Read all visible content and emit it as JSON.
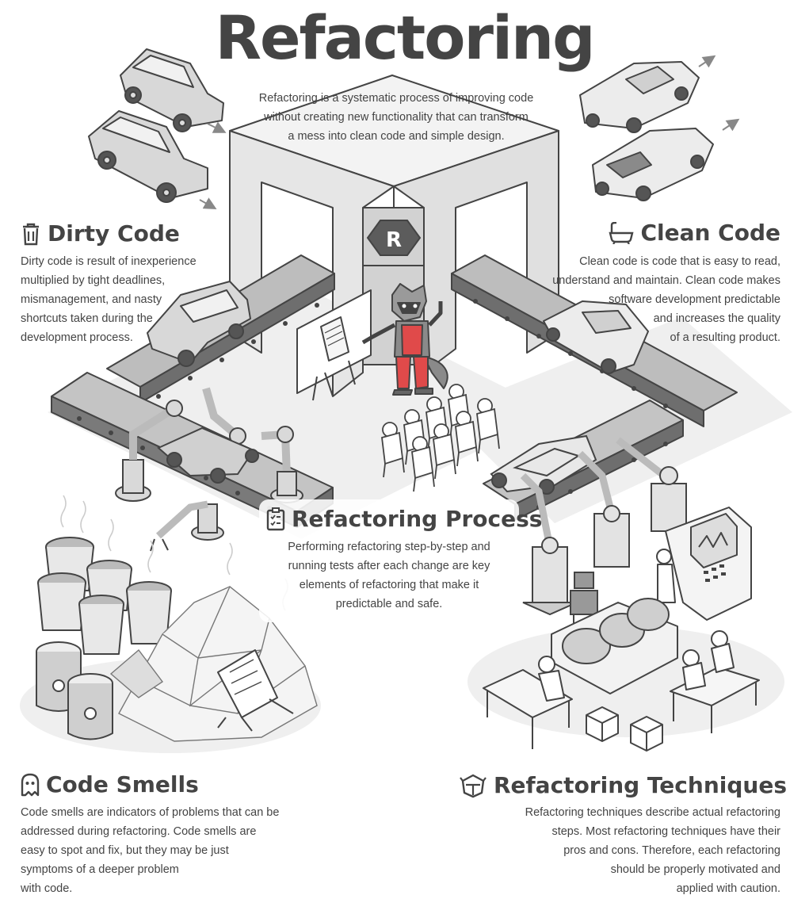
{
  "title": "Refactoring",
  "intro_lines": [
    "Refactoring is a systematic process of improving code",
    "without creating new functionality that can transform",
    "a mess into clean code and simple design."
  ],
  "badge_letter": "R",
  "sections": {
    "dirty_code": {
      "icon": "trash-can-icon",
      "heading": "Dirty Code",
      "lines": [
        "Dirty code is result of inexperience",
        "multiplied by tight deadlines,",
        "mismanagement, and nasty",
        "shortcuts taken during the",
        "development process."
      ]
    },
    "clean_code": {
      "icon": "bathtub-icon",
      "heading": "Clean Code",
      "lines": [
        "Clean code is code that is easy to read,",
        "understand and maintain. Clean code makes",
        "software development predictable",
        "and increases the quality",
        "of a resulting product."
      ]
    },
    "refactoring_process": {
      "icon": "clipboard-checklist-icon",
      "heading": "Refactoring Process",
      "lines": [
        "Performing refactoring step-by-step and",
        "running tests after each change are key",
        "elements of refactoring that make it",
        "predictable and safe."
      ]
    },
    "code_smells": {
      "icon": "ghost-icon",
      "heading": "Code Smells",
      "lines": [
        "Code smells are indicators of problems that can be",
        "addressed during refactoring. Code smells are",
        "easy to spot and fix, but they may be just",
        "symptoms of a deeper problem",
        "with code."
      ]
    },
    "refactoring_techniques": {
      "icon": "helmet-icon",
      "heading": "Refactoring Techniques",
      "lines": [
        "Refactoring techniques describe actual refactoring",
        "steps. Most refactoring techniques have their",
        "pros and cons. Therefore, each refactoring",
        "should be properly motivated and",
        "applied with caution."
      ]
    }
  },
  "colors": {
    "ink": "#444444",
    "shade": "#e4e4e4",
    "mid": "#cfcfcf",
    "red": "#e04a4a"
  }
}
